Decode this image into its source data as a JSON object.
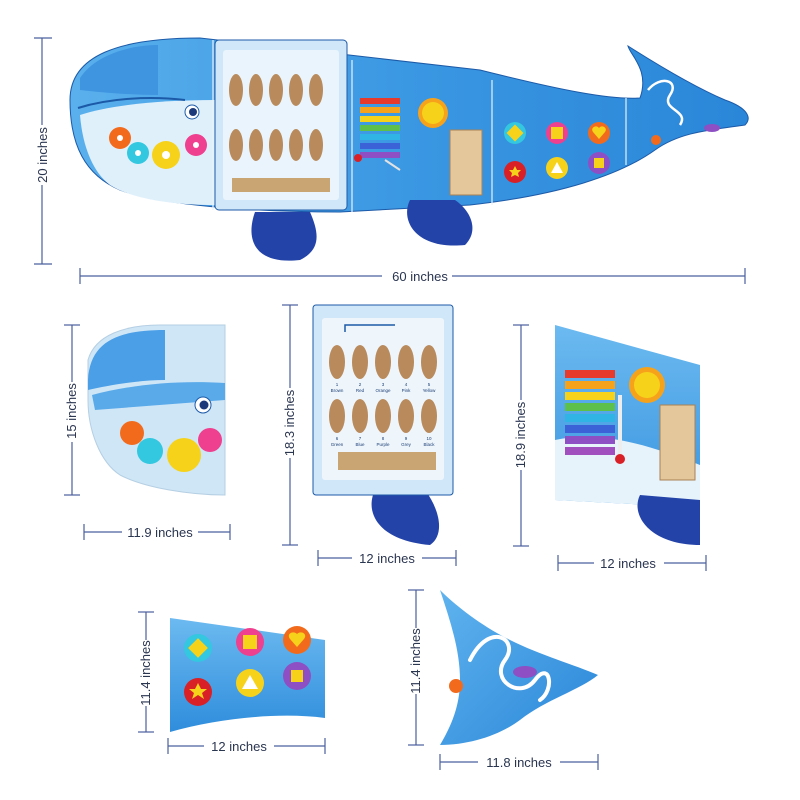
{
  "colors": {
    "whale_light": "#5ab0ec",
    "whale_mid": "#2a86d8",
    "whale_dark": "#1f4fb0",
    "belly": "#d9eefa",
    "fin": "#2343a8",
    "dimension_line": "#4b5f9e",
    "label_text": "#2a3550"
  },
  "dimensions": {
    "full_height": "20 inches",
    "full_width": "60 inches",
    "head_height": "15 inches",
    "head_width": "11.9 inches",
    "maze_height": "18.3 inches",
    "maze_width": "12 inches",
    "music_height": "18.9 inches",
    "music_width": "12 inches",
    "shapes_height": "11.4 inches",
    "shapes_width": "12 inches",
    "tail_height": "11.4 inches",
    "tail_width": "11.8 inches"
  },
  "fish_board": {
    "row1": [
      {
        "num": "1",
        "color": "Brown"
      },
      {
        "num": "2",
        "color": "Red"
      },
      {
        "num": "3",
        "color": "Orange"
      },
      {
        "num": "4",
        "color": "Pink"
      },
      {
        "num": "5",
        "color": "Yellow"
      }
    ],
    "row2": [
      {
        "num": "6",
        "color": "Green"
      },
      {
        "num": "7",
        "color": "Blue"
      },
      {
        "num": "8",
        "color": "Purple"
      },
      {
        "num": "9",
        "color": "Grey"
      },
      {
        "num": "10",
        "color": "Black"
      }
    ]
  }
}
